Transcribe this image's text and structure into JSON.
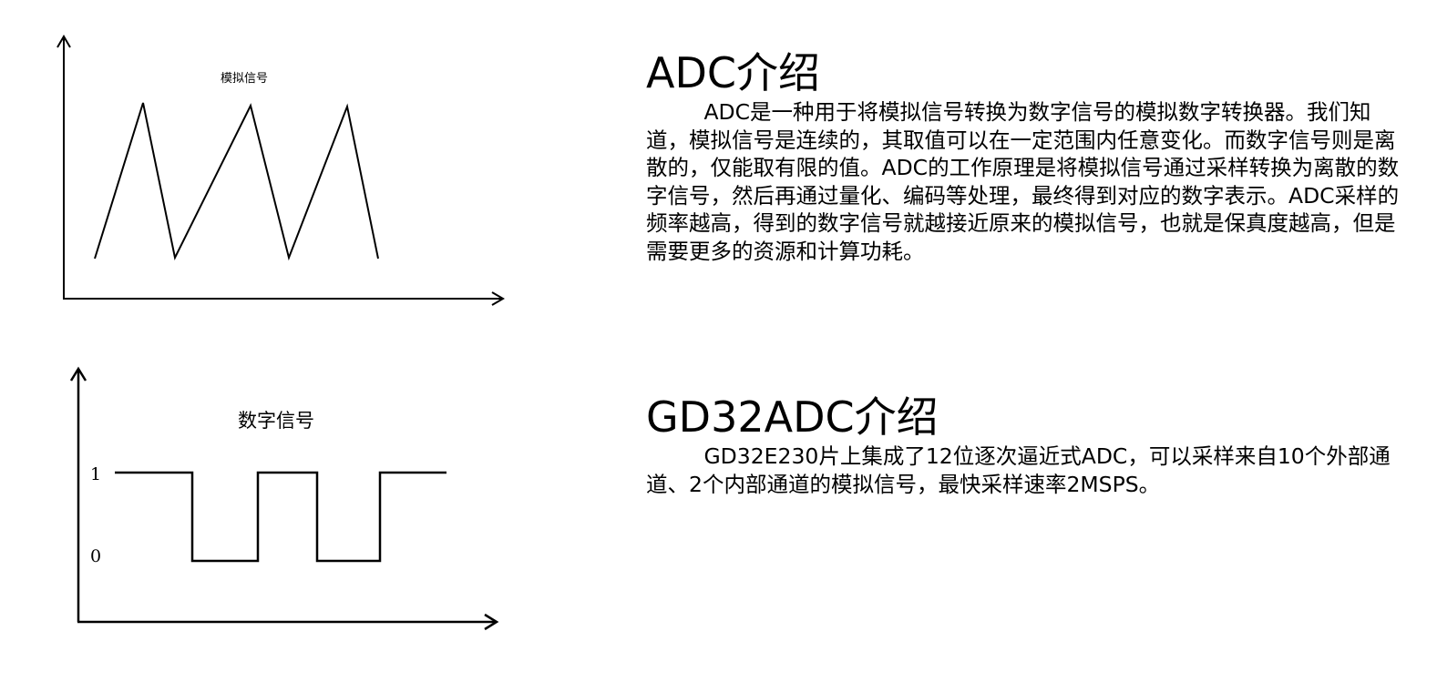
{
  "sections": [
    {
      "title": "ADC介绍",
      "body": "ADC是一种用于将模拟信号转换为数字信号的模拟数字转换器。我们知道，模拟信号是连续的，其取值可以在一定范围内任意变化。而数字信号则是离散的，仅能取有限的值。ADC的工作原理是将模拟信号通过采样转换为离散的数字信号，然后再通过量化、编码等处理，最终得到对应的数字表示。ADC采样的频率越高，得到的数字信号就越接近原来的模拟信号，也就是保真度越高，但是需要更多的资源和计算功耗。"
    },
    {
      "title": "GD32ADC介绍",
      "body": "GD32E230片上集成了12位逐次逼近式ADC，可以采样来自10个外部通道、2个内部通道的模拟信号，最快采样速率2MSPS。"
    }
  ],
  "diagrams": {
    "analog": {
      "label": "模拟信号",
      "waveform": "sawtooth",
      "peaks": 3
    },
    "digital": {
      "label": "数字信号",
      "waveform": "square",
      "levels": [
        "1",
        "0"
      ],
      "sequence": [
        1,
        0,
        1,
        0,
        1
      ]
    }
  },
  "colors": {
    "background": "#ffffff",
    "text": "#000000",
    "stroke": "#000000"
  }
}
